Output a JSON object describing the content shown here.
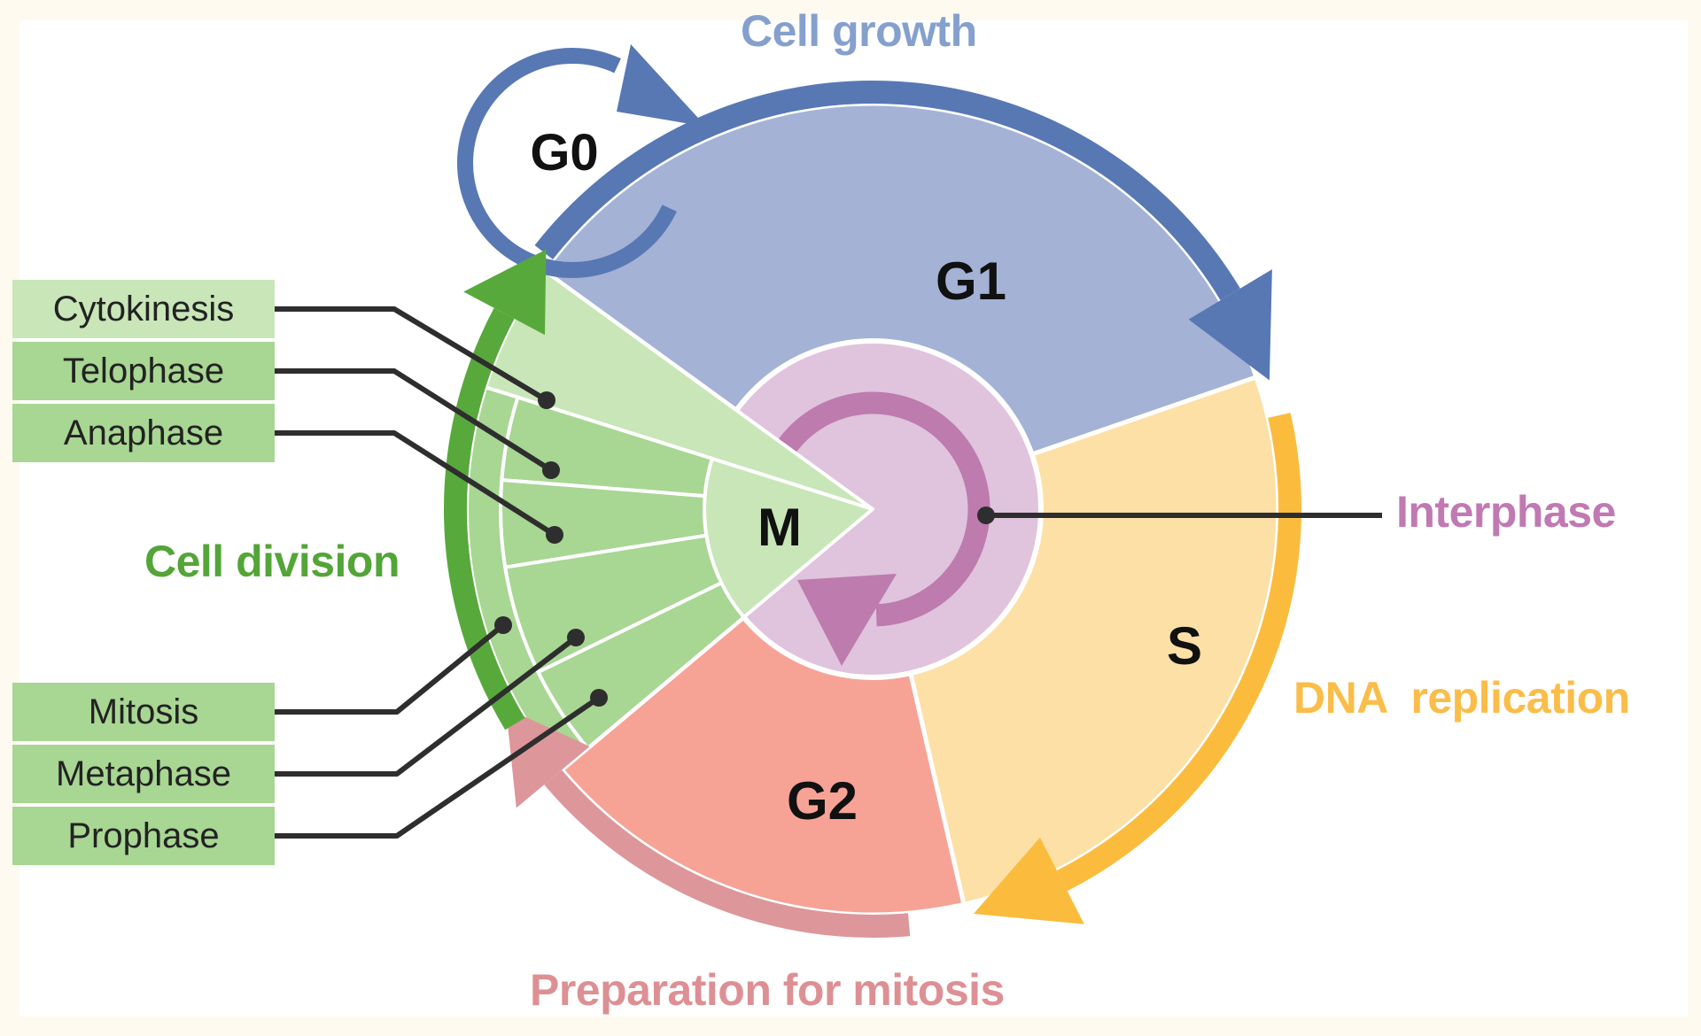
{
  "texts": {
    "cell_growth": "Cell growth",
    "cell_division": "Cell division",
    "dna_replication": "DNA replication",
    "preparation": "Preparation for mitosis",
    "interphase": "Interphase",
    "g0": "G0",
    "g1": "G1",
    "s": "S",
    "g2": "G2",
    "m": "M"
  },
  "boxes": [
    {
      "label": "Cytokinesis",
      "tone": "light"
    },
    {
      "label": "Telophase",
      "tone": "mid"
    },
    {
      "label": "Anaphase",
      "tone": "mid"
    },
    {
      "label": "Mitosis",
      "tone": "mid"
    },
    {
      "label": "Metaphase",
      "tone": "mid"
    },
    {
      "label": "Prophase",
      "tone": "mid"
    }
  ],
  "colors": {
    "frame": "#fffaf0",
    "canvas": "#ffffff",
    "g1_fill": "#a4b2d6",
    "blue_band": "#5878b4",
    "cell_growth_text": "#85a0cd",
    "s_fill": "#fce0a6",
    "yellow_band": "#fbbc3e",
    "dna_text": "#fbbd49",
    "g2_fill": "#f6a396",
    "pink_band": "#dd969a",
    "prep_text": "#dd9094",
    "m_light": "#c8e6b8",
    "m_mid": "#a8d693",
    "green_band": "#58a93c",
    "cell_div_text": "#53a538",
    "circle_fill": "#e0c3dd",
    "ring": "#bd7bae",
    "interphase_text": "#c179b3",
    "leader": "#2e2e2e",
    "phase_text": "#111111",
    "white": "#ffffff"
  }
}
